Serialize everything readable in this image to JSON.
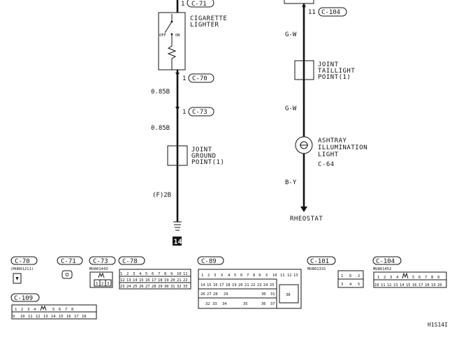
{
  "lighter": {
    "connector_top": "C-71",
    "pin_top": "1",
    "label": [
      "CIGARETTE",
      "LIGHTER"
    ],
    "switch_off": "OFF",
    "switch_on": "ON",
    "connector_bottom": "C-70",
    "pin_bottom": "1"
  },
  "left_wires": {
    "w1": "0.85B",
    "c73_pin": "1",
    "c73": "C-73",
    "w2": "0.85B",
    "jgp_label": [
      "JOINT",
      "GROUND",
      "POINT(1)"
    ],
    "w3": "(F)2B",
    "ground": "14"
  },
  "right_side": {
    "c104_pin": "11",
    "c104": "C-104",
    "w1": "G-W",
    "jtp_label": [
      "JOINT",
      "TAILLIGHT",
      "POINT(1)"
    ],
    "w2": "G-W",
    "ashtray_label": [
      "ASHTRAY",
      "ILLUMINATION",
      "LIGHT",
      "C-64"
    ],
    "w3": "B-Y",
    "rheostat": "RHEOSTAT"
  },
  "connectors": {
    "c70": {
      "label": "C-70",
      "part": "(MU801211)"
    },
    "c71": {
      "label": "C-71"
    },
    "c73": {
      "label": "C-73",
      "part": "MU801443",
      "pins": [
        "1",
        "2",
        "3"
      ]
    },
    "c78": {
      "label": "C-78",
      "rows": [
        [
          "1",
          "2",
          "3",
          "4",
          "5",
          "6",
          "7",
          "8",
          "9",
          "10",
          "11"
        ],
        [
          "12",
          "13",
          "14",
          "15",
          "16",
          "17",
          "18",
          "19",
          "20",
          "21",
          "22"
        ],
        [
          "23",
          "24",
          "25",
          "26",
          "27",
          "28",
          "29",
          "30",
          "31",
          "32",
          "33"
        ]
      ]
    },
    "c89": {
      "label": "C-89",
      "rows": [
        [
          "1",
          "2",
          "3",
          "4",
          "5",
          "6",
          "7",
          "8",
          "9",
          "10",
          "11",
          "12",
          "13"
        ],
        [
          "14",
          "15",
          "16",
          "17",
          "18",
          "19",
          "20",
          "21",
          "22",
          "23",
          "24",
          "25"
        ],
        [
          "26",
          "27",
          "28",
          "29",
          "30",
          "31"
        ],
        [
          "32",
          "33",
          "34",
          "35",
          "36",
          "37"
        ]
      ],
      "side": "38"
    },
    "c101": {
      "label": "C-101",
      "part": "MU801331",
      "pins": [
        "1",
        "2",
        "3",
        "4",
        "5",
        "6"
      ]
    },
    "c104": {
      "label": "C-104",
      "part": "MU801452",
      "rows": [
        [
          "1",
          "2",
          "3",
          "4",
          "5",
          "6",
          "7",
          "8",
          "9"
        ],
        [
          "10",
          "11",
          "12",
          "13",
          "14",
          "15",
          "16",
          "17",
          "18",
          "19",
          "20"
        ]
      ]
    },
    "c109": {
      "label": "C-109",
      "rows": [
        [
          "1",
          "2",
          "3",
          "4",
          "5",
          "6",
          "7",
          "8"
        ],
        [
          "9",
          "10",
          "11",
          "12",
          "13",
          "14",
          "15",
          "16",
          "17",
          "18"
        ]
      ]
    }
  },
  "figure_code": "H1S14I"
}
